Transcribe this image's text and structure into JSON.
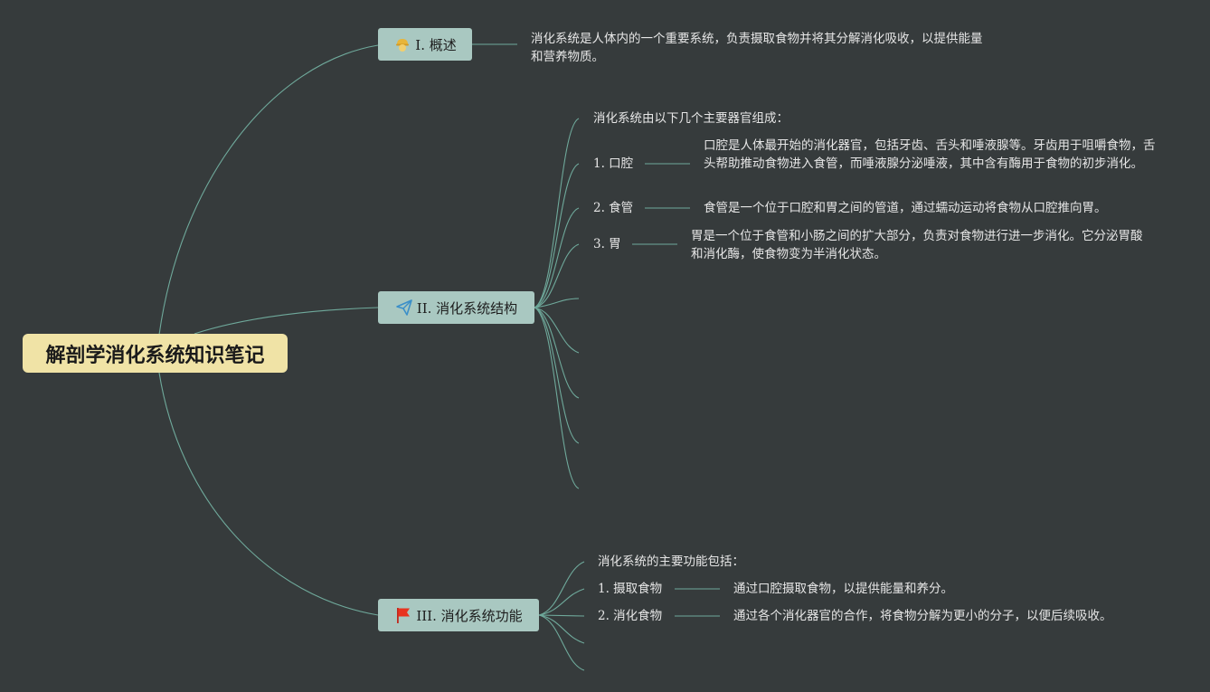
{
  "root": {
    "title": "解剖学消化系统知识笔记"
  },
  "overview": {
    "label": "I. 概述",
    "icon": "construction-worker-icon",
    "text": "消化系统是人体内的一个重要系统，负责摄取食物并将其分解消化吸收，以提供能量和营养物质。"
  },
  "structure": {
    "label": "II. 消化系统结构",
    "icon": "paper-plane-icon",
    "intro": "消化系统由以下几个主要器官组成：",
    "items": [
      {
        "label": "1. 口腔",
        "desc": "口腔是人体最开始的消化器官，包括牙齿、舌头和唾液腺等。牙齿用于咀嚼食物，舌头帮助推动食物进入食管，而唾液腺分泌唾液，其中含有酶用于食物的初步消化。"
      },
      {
        "label": "2. 食管",
        "desc": "食管是一个位于口腔和胃之间的管道，通过蠕动运动将食物从口腔推向胃。"
      },
      {
        "label": "3. 胃",
        "desc": "胃是一个位于食管和小肠之间的扩大部分，负责对食物进行进一步消化。它分泌胃酸和消化酶，使食物变为半消化状态。"
      }
    ]
  },
  "function": {
    "label": "III. 消化系统功能",
    "icon": "red-flag-icon",
    "intro": "消化系统的主要功能包括：",
    "items": [
      {
        "label": "1. 摄取食物",
        "desc": "通过口腔摄取食物，以提供能量和养分。"
      },
      {
        "label": "2. 消化食物",
        "desc": "通过各个消化器官的合作，将食物分解为更小的分子，以便后续吸收。"
      }
    ]
  },
  "colors": {
    "background": "#363b3c",
    "root_fill": "#f0e3a6",
    "branch_fill": "#a9c8c1",
    "line": "#6fa99b"
  }
}
